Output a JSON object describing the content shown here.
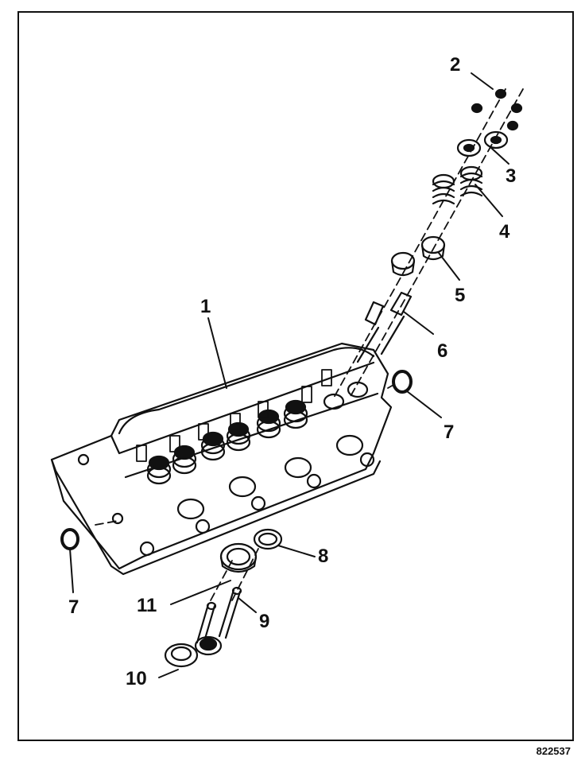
{
  "figure": {
    "id": "822537"
  },
  "callouts": [
    "1",
    "2",
    "3",
    "4",
    "5",
    "6",
    "7",
    "7",
    "8",
    "9",
    "10",
    "11"
  ],
  "colors": {
    "ink": "#111111",
    "paper": "#ffffff"
  }
}
